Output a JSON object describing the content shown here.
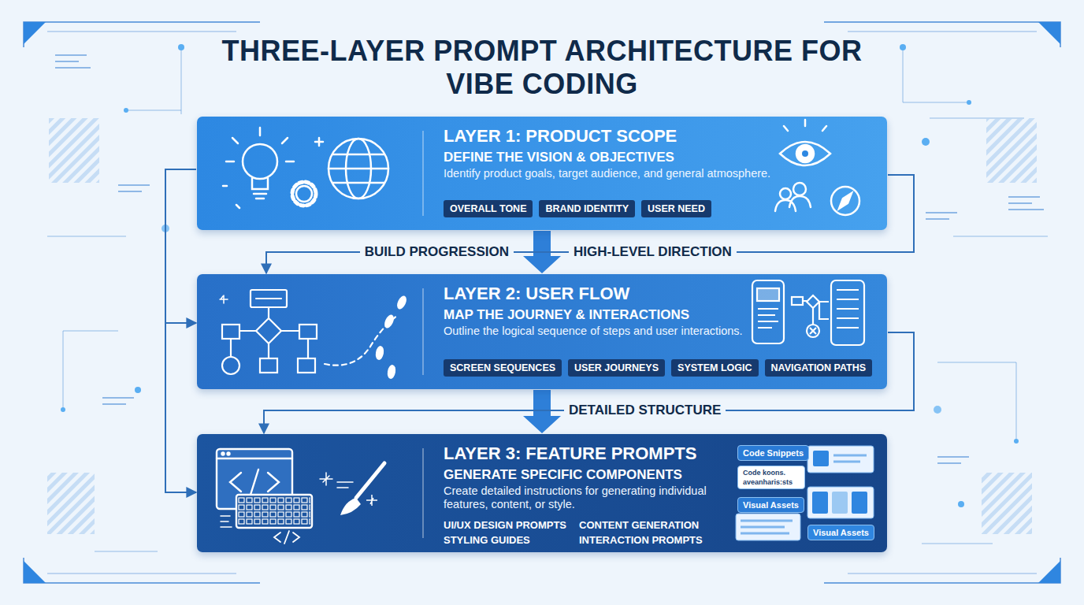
{
  "diagram": {
    "title": "THREE-LAYER PROMPT ARCHITECTURE FOR VIBE CODING",
    "nodes": [
      {
        "text": [
          "LAYER 1: PRODUCT SCOPE",
          "DEFINE THE VISION & OBJECTIVES",
          "Identify product goals, target audience, and general atmosphere."
        ]
      },
      {
        "text": [
          "OVERALL TONE"
        ],
        "in": 0
      },
      {
        "text": [
          "BRAND IDENTITY"
        ],
        "in": 0
      },
      {
        "text": [
          "USER NEED"
        ],
        "in": 0
      },
      {
        "text": [
          "LAYER 2: USER FLOW",
          "MAP THE JOURNEY & INTERACTIONS",
          "Outline the logical sequence of steps and user interactions."
        ]
      },
      {
        "text": [
          "SCREEN SEQUENCES"
        ],
        "in": 4
      },
      {
        "text": [
          "USER JOURNEYS"
        ],
        "in": 4
      },
      {
        "text": [
          "SYSTEM LOGIC"
        ],
        "in": 4
      },
      {
        "text": [
          "NAVIGATION PATHS"
        ],
        "in": 4
      },
      {
        "text": [
          "LAYER 3: FEATURE PROMPTS",
          "GENERATE SPECIFIC COMPONENTS",
          "Create detailed instructions for generating individual features, content, or style.",
          "UI/UX DESIGN PROMPTS",
          "CONTENT GENERATION",
          "STYLING GUIDES",
          "INTERACTION PROMPTS"
        ]
      },
      {
        "text": [
          "Code Snippets"
        ],
        "in": 9
      },
      {
        "text": [
          "Code koons. aveanharis:sts"
        ],
        "in": 9
      },
      {
        "text": [
          "Visual Assets"
        ],
        "in": 9
      },
      {
        "text": [
          "Visual Assets"
        ],
        "in": 9
      }
    ],
    "edges": [
      {
        "from": 0,
        "to": 4,
        "arrow": "to"
      },
      {
        "from": 4,
        "to": 9,
        "arrow": "to"
      },
      {
        "from": 0,
        "to": 4,
        "arrow": "to"
      },
      {
        "from": 0,
        "to": 9,
        "arrow": "to"
      },
      {
        "from": 0,
        "to": 4,
        "arrow": "to"
      },
      {
        "from": 4,
        "to": 9,
        "arrow": "to"
      }
    ],
    "labels": [
      "BUILD PROGRESSION",
      "HIGH-LEVEL DIRECTION",
      "DETAILED STRUCTURE"
    ]
  }
}
